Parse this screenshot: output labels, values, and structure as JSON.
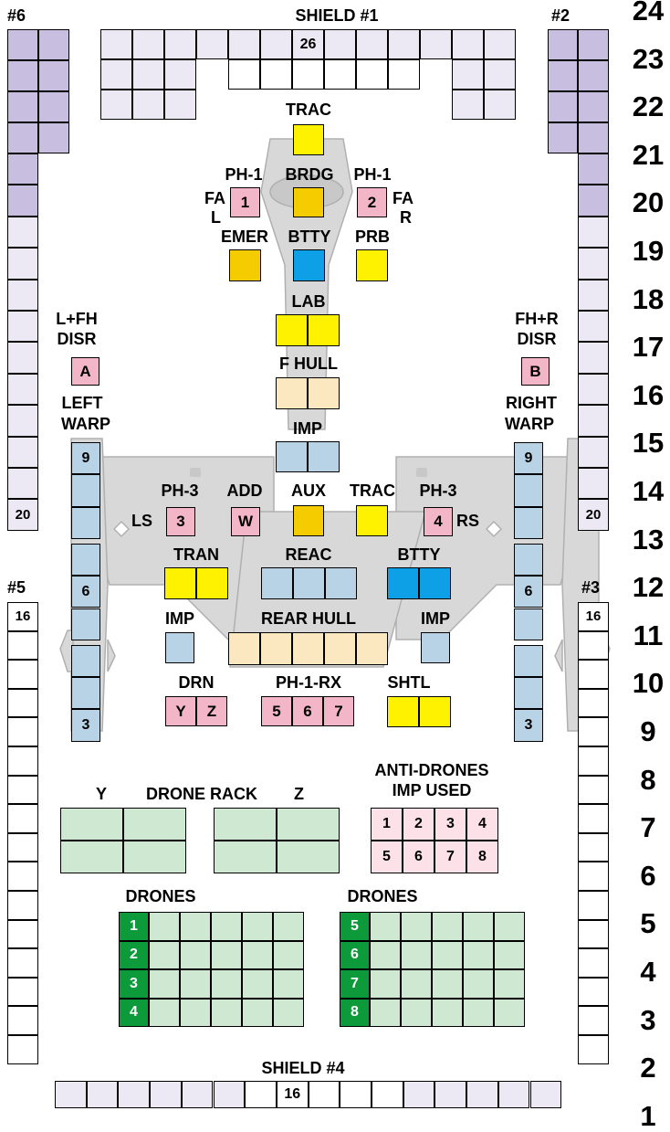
{
  "colors": {
    "shield_lit": "#c7bee0",
    "shield_unlit": "#ece8f4",
    "pink": "#f3b6c8",
    "yellow": "#fff200",
    "gold": "#f4cc00",
    "cyan": "#0ea0e6",
    "light_blue": "#b8d3e6",
    "tan": "#fce8c0",
    "green_light": "#cfe8d2",
    "green_dark": "#0d9a3a",
    "antidrone": "#fde1e9",
    "hull_gray": "#d8d8d8"
  },
  "shields": {
    "s1": {
      "label": "SHIELD #1",
      "marker": "26"
    },
    "s2": {
      "label": "#2",
      "marker": "20"
    },
    "s3": {
      "label": "#3",
      "marker": "16"
    },
    "s4": {
      "label": "SHIELD #4",
      "marker": "16"
    },
    "s5": {
      "label": "#5",
      "marker": "16"
    },
    "s6": {
      "label": "#6",
      "marker": "20"
    }
  },
  "row_numbers": [
    "24",
    "23",
    "22",
    "21",
    "20",
    "19",
    "18",
    "17",
    "16",
    "15",
    "14",
    "13",
    "12",
    "11",
    "10",
    "9",
    "8",
    "7",
    "6",
    "5",
    "4",
    "3",
    "2",
    "1"
  ],
  "systems": {
    "trac_top": {
      "label": "TRAC"
    },
    "ph1_left": {
      "label": "PH-1",
      "box": "1",
      "arc": "FA",
      "arc2": "L"
    },
    "brdg": {
      "label": "BRDG"
    },
    "ph1_right": {
      "label": "PH-1",
      "box": "2",
      "arc": "FA",
      "arc2": "R"
    },
    "emer": {
      "label": "EMER"
    },
    "btty_top": {
      "label": "BTTY"
    },
    "prb": {
      "label": "PRB"
    },
    "lab": {
      "label": "LAB"
    },
    "disr_left": {
      "label1": "L+FH",
      "label2": "DISR",
      "box": "A"
    },
    "disr_right": {
      "label1": "FH+R",
      "label2": "DISR",
      "box": "B"
    },
    "f_hull": {
      "label": "F HULL"
    },
    "left_warp": {
      "label1": "LEFT",
      "label2": "WARP",
      "marks": [
        "9",
        "6",
        "3"
      ]
    },
    "right_warp": {
      "label1": "RIGHT",
      "label2": "WARP",
      "marks": [
        "9",
        "6",
        "3"
      ]
    },
    "imp_center": {
      "label": "IMP"
    },
    "ph3_left": {
      "label": "PH-3",
      "box": "3",
      "arc": "LS"
    },
    "add": {
      "label": "ADD",
      "box": "W"
    },
    "aux": {
      "label": "AUX"
    },
    "trac_mid": {
      "label": "TRAC"
    },
    "ph3_right": {
      "label": "PH-3",
      "box": "4",
      "arc": "RS"
    },
    "tran": {
      "label": "TRAN"
    },
    "reac": {
      "label": "REAC"
    },
    "btty_mid": {
      "label": "BTTY"
    },
    "imp_left": {
      "label": "IMP"
    },
    "rear_hull": {
      "label": "REAR HULL"
    },
    "imp_right": {
      "label": "IMP"
    },
    "drn": {
      "label": "DRN",
      "boxes": [
        "Y",
        "Z"
      ]
    },
    "ph1rx": {
      "label": "PH-1-RX",
      "boxes": [
        "5",
        "6",
        "7"
      ]
    },
    "shtl": {
      "label": "SHTL"
    }
  },
  "drone_rack": {
    "y": "Y",
    "title": "DRONE RACK",
    "z": "Z"
  },
  "anti_drones": {
    "line1": "ANTI-DRONES",
    "line2": "IMP USED",
    "nums": [
      "1",
      "2",
      "3",
      "4",
      "5",
      "6",
      "7",
      "8"
    ]
  },
  "drones_left": {
    "label": "DRONES",
    "nums": [
      "1",
      "2",
      "3",
      "4"
    ]
  },
  "drones_right": {
    "label": "DRONES",
    "nums": [
      "5",
      "6",
      "7",
      "8"
    ]
  }
}
